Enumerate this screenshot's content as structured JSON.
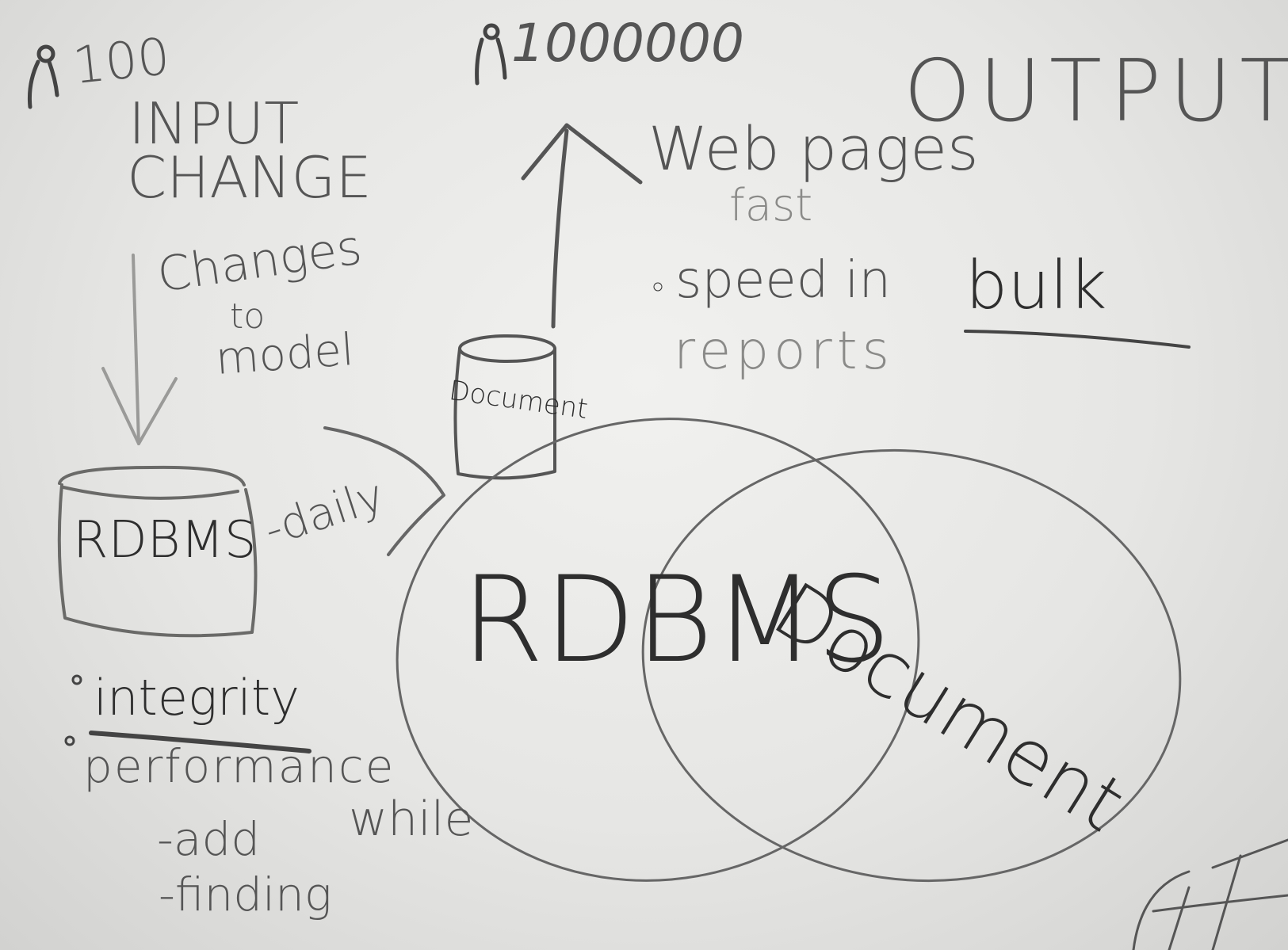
{
  "whiteboard": {
    "users_small": {
      "icon": "person-icon",
      "count": "100"
    },
    "users_large": {
      "icon": "person-icon",
      "count": "1000000"
    },
    "output_title": "OUTPUT",
    "input_change": [
      "INPUT",
      "CHANGE"
    ],
    "changes_note": [
      "Changes",
      "to",
      "model"
    ],
    "rdbms_box_label": "RDBMS",
    "daily_note": "-daily",
    "doc_cylinder_label": "Document",
    "web_pages": "Web pages",
    "fast_note": "fast",
    "speed_bullet": "speed in",
    "bulk": "bulk",
    "reports": "reports",
    "venn_left": "RDBMS",
    "venn_right": "Document",
    "left_bullets": [
      "integrity",
      "performance"
    ],
    "while_note": "while",
    "sub_bullets": [
      "-add",
      "-finding"
    ]
  },
  "colors": {
    "ink": "#2e2e2e",
    "faint_ink": "#8a8a88",
    "board": "#ececea"
  }
}
